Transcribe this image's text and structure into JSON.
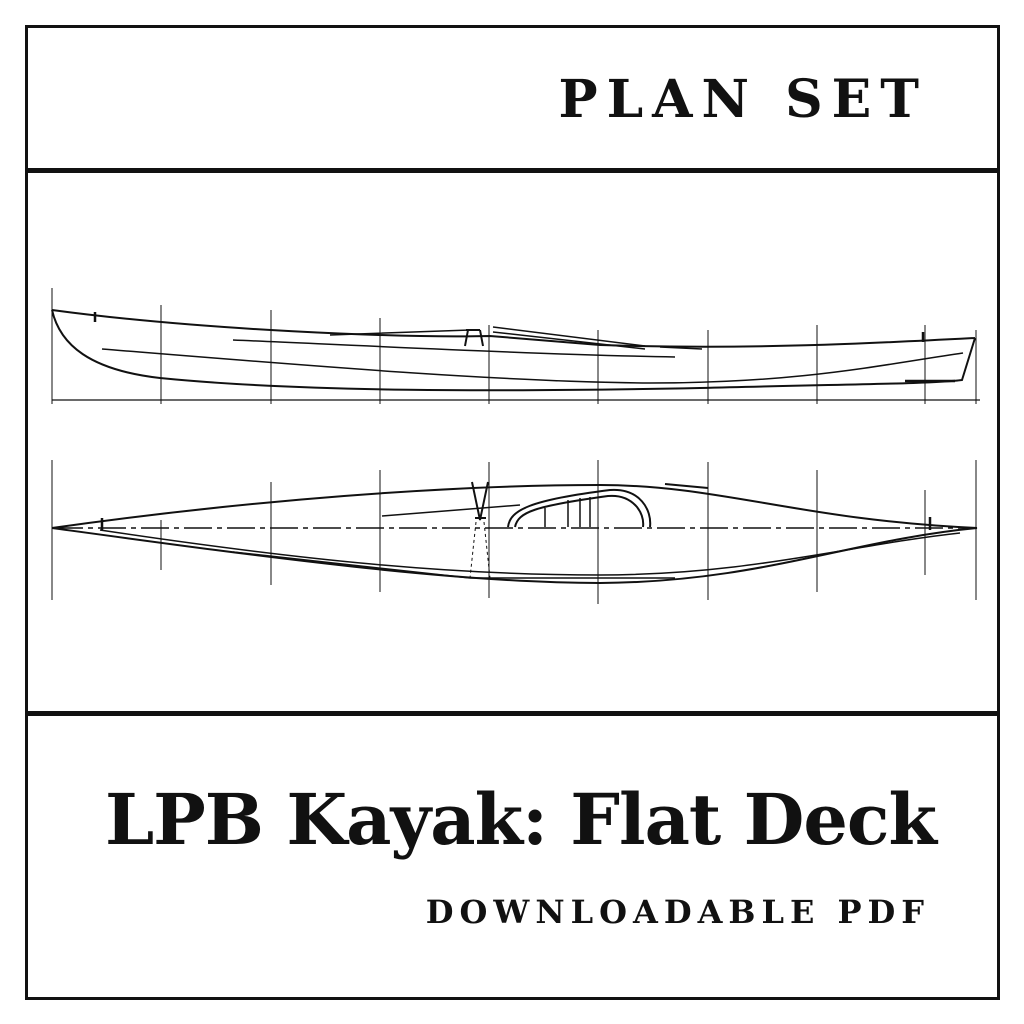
{
  "header": {
    "label": "PLAN SET"
  },
  "footer": {
    "title": "LPB Kayak: Flat Deck",
    "subtitle": "DOWNLOADABLE PDF"
  },
  "drawing": {
    "views": [
      "profile",
      "plan"
    ]
  }
}
